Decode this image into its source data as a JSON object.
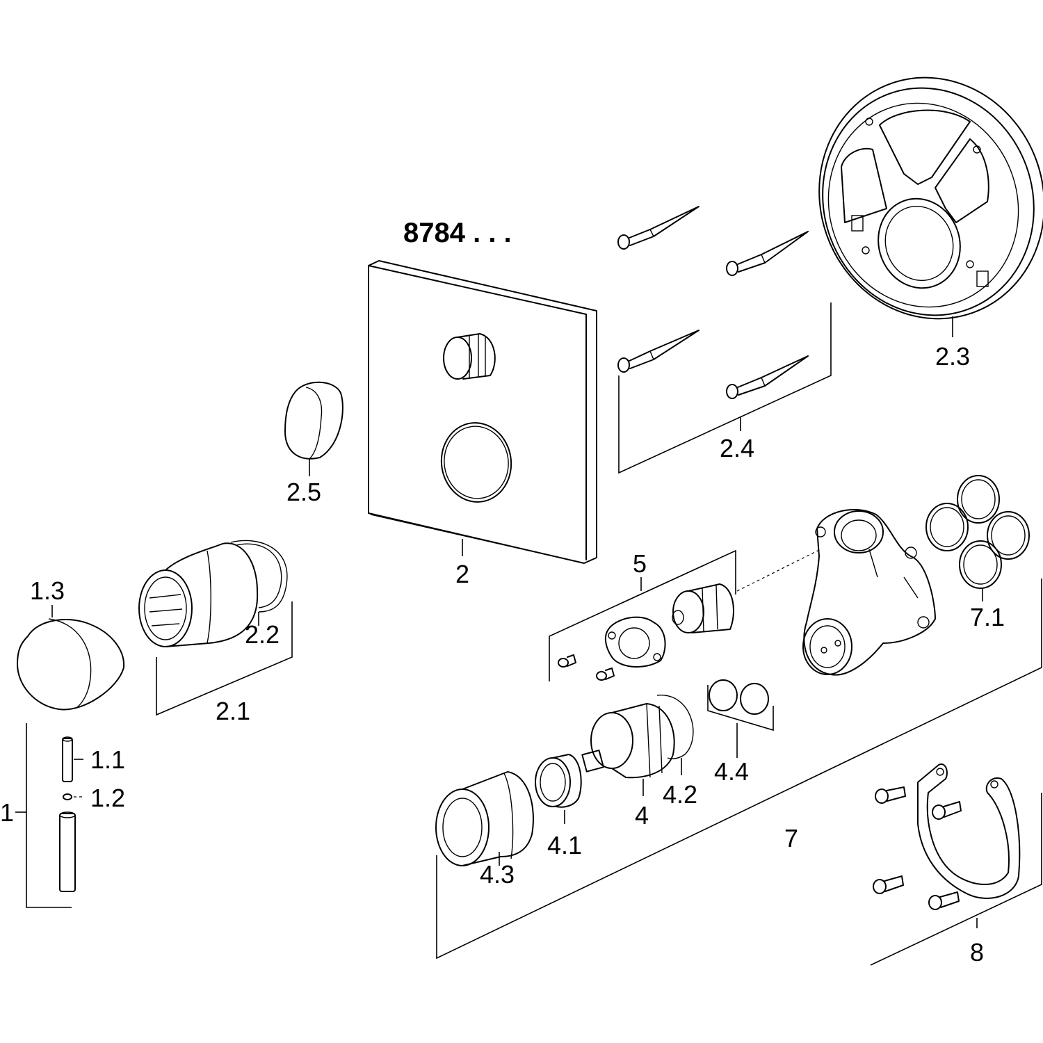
{
  "title": "8784 . . .",
  "labels": {
    "p1": "1",
    "p1_1": "1.1",
    "p1_2": "1.2",
    "p1_3": "1.3",
    "p2": "2",
    "p2_1": "2.1",
    "p2_2": "2.2",
    "p2_3": "2.3",
    "p2_4": "2.4",
    "p2_5": "2.5",
    "p4": "4",
    "p4_1": "4.1",
    "p4_2": "4.2",
    "p4_3": "4.3",
    "p4_4": "4.4",
    "p5": "5",
    "p7": "7",
    "p7_1": "7.1",
    "p8": "8"
  }
}
